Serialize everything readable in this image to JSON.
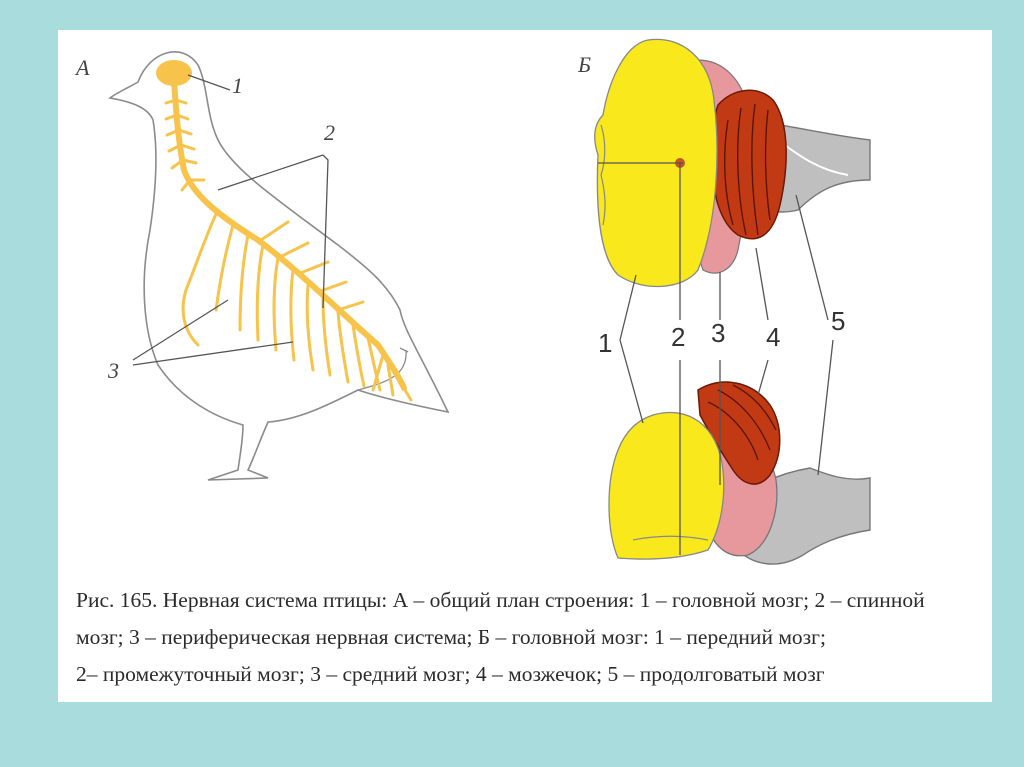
{
  "panel_a": {
    "letter": "А",
    "labels": {
      "brain": "1",
      "spinal_cord": "2",
      "peripheral": "3"
    }
  },
  "panel_b": {
    "letter": "Б",
    "labels": {
      "forebrain": "1",
      "diencephalon": "2",
      "midbrain": "3",
      "cerebellum": "4",
      "medulla": "5"
    }
  },
  "caption": {
    "line1": "Рис. 165. Нервная система птицы: А – общий план строения: 1 – головной мозг; 2 – спинной",
    "line2": "мозг; 3 – периферическая нервная система; Б – головной мозг: 1 – передний мозг;",
    "line3": "2– промежуточный мозг; 3 – средний мозг; 4 – мозжечок; 5 – продолговатый мозг"
  },
  "colors": {
    "slide_border": "#a9dcdd",
    "nerve_yellow": "#f7c34a",
    "forebrain_yellow": "#f8e81c",
    "cerebellum_red": "#c23a14",
    "midbrain_pink": "#e7989c",
    "medulla_gray": "#bfbfbf"
  }
}
